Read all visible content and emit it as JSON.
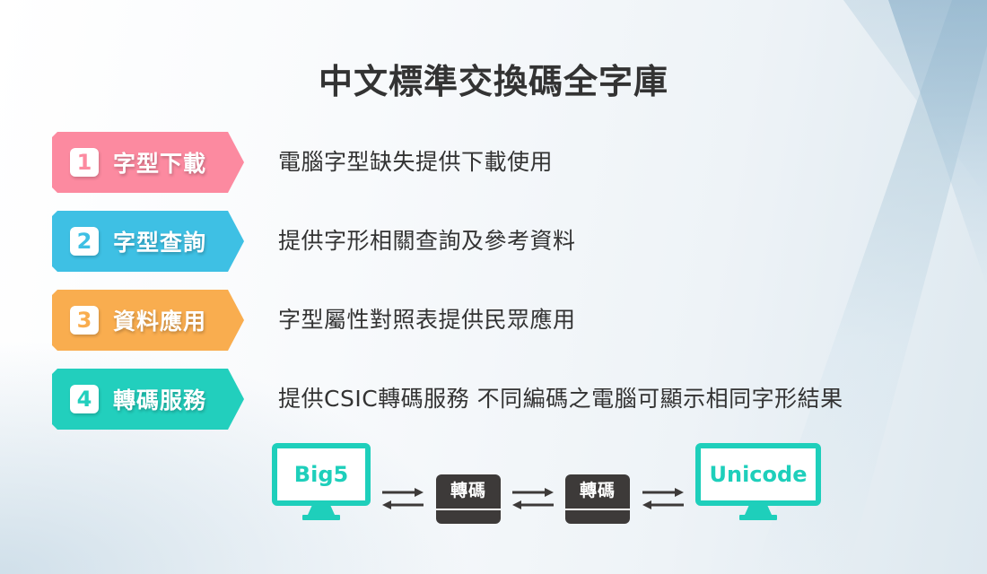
{
  "title": "中文標準交換碼全字庫",
  "colors": {
    "pink": "#fc8aa0",
    "blue": "#3ec0e4",
    "orange": "#f9ad4f",
    "teal": "#22cfbd",
    "text": "#333333",
    "monitor": "#1ecfbb",
    "converter": "#3d3a39"
  },
  "features": [
    {
      "number": "1",
      "label": "字型下載",
      "description": "電腦字型缺失提供下載使用",
      "color": "#fc8aa0"
    },
    {
      "number": "2",
      "label": "字型查詢",
      "description": "提供字形相關查詢及參考資料",
      "color": "#3ec0e4"
    },
    {
      "number": "3",
      "label": "資料應用",
      "description": "字型屬性對照表提供民眾應用",
      "color": "#f9ad4f"
    },
    {
      "number": "4",
      "label": "轉碼服務",
      "description": "提供CSIC轉碼服務 不同編碼之電腦可顯示相同字形結果",
      "color": "#22cfbd"
    }
  ],
  "flow": {
    "source": "Big5",
    "converter1": "轉碼",
    "converter2": "轉碼",
    "target": "Unicode",
    "arrow_icon": "bidirectional-arrows"
  }
}
